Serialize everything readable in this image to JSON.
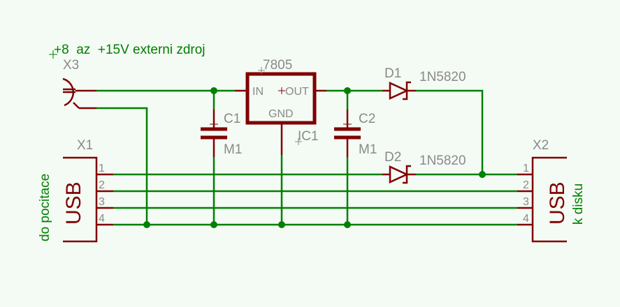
{
  "title_note": "+8  az  +15V externi zdroj",
  "colors": {
    "wire": "#008000",
    "symbol": "#800000",
    "label": "#8a8a8a",
    "background": "#f4faf4"
  },
  "components": {
    "x3": {
      "name": "X3"
    },
    "ic1": {
      "name": "IC1",
      "value": "7805",
      "pin_in": "IN",
      "pin_out": "OUT",
      "pin_gnd": "GND"
    },
    "c1": {
      "name": "C1",
      "value": "M1"
    },
    "c2": {
      "name": "C2",
      "value": "M1"
    },
    "d1": {
      "name": "D1",
      "value": "1N5820"
    },
    "d2": {
      "name": "D2",
      "value": "1N5820"
    },
    "x1": {
      "name": "X1",
      "type": "USB",
      "note": "do pocitace",
      "pins": [
        "1",
        "2",
        "3",
        "4"
      ]
    },
    "x2": {
      "name": "X2",
      "type": "USB",
      "note": "k disku",
      "pins": [
        "1",
        "2",
        "3",
        "4"
      ]
    }
  }
}
